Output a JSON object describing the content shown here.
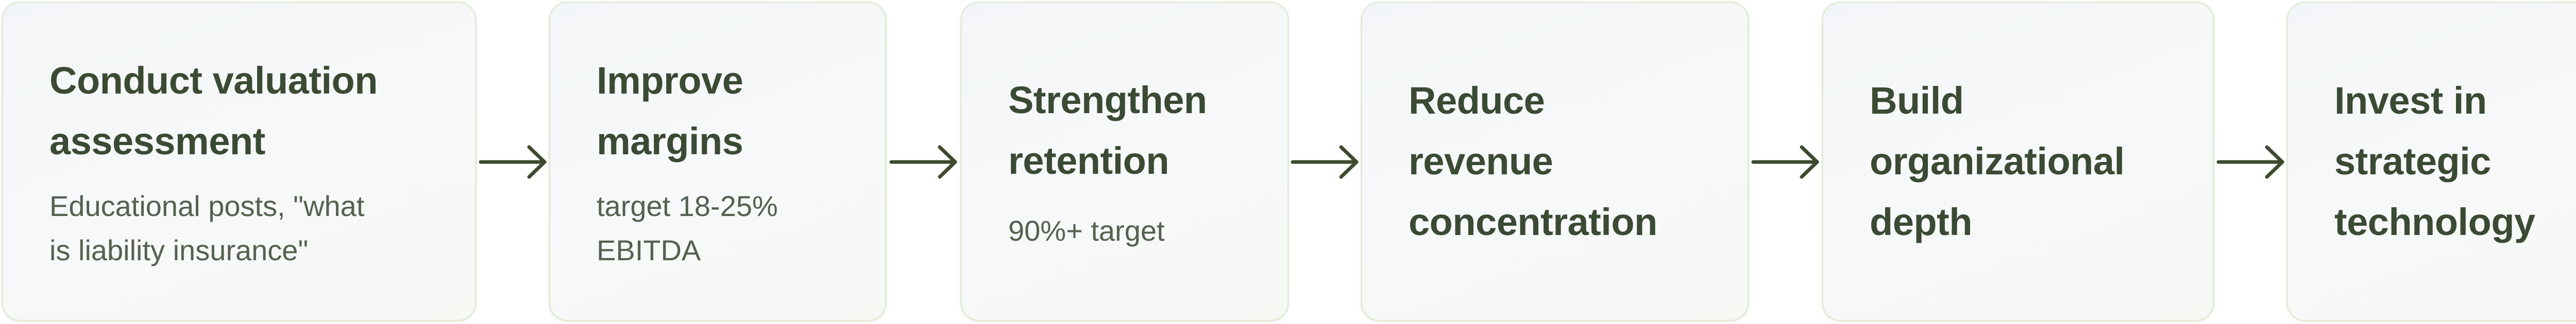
{
  "steps": [
    {
      "title_lines": [
        "Conduct valuation",
        "assessment"
      ],
      "desc_lines": [
        "Educational posts, \"what",
        "is liability insurance\""
      ]
    },
    {
      "title_lines": [
        "Improve",
        "margins"
      ],
      "desc_lines": [
        "target 18-25%",
        "EBITDA"
      ]
    },
    {
      "title_lines": [
        "Strengthen",
        "retention"
      ],
      "desc_lines": [
        "90%+ target"
      ]
    },
    {
      "title_lines": [
        "Reduce",
        "revenue",
        "concentration"
      ]
    },
    {
      "title_lines": [
        "Build",
        "organizational",
        "depth"
      ]
    },
    {
      "title_lines": [
        "Invest in",
        "strategic",
        "technology"
      ]
    }
  ],
  "colors": {
    "text": "#3a4a33",
    "muted": "#556150",
    "arrow": "#3d4a2e",
    "border": "#e1ebd6"
  }
}
